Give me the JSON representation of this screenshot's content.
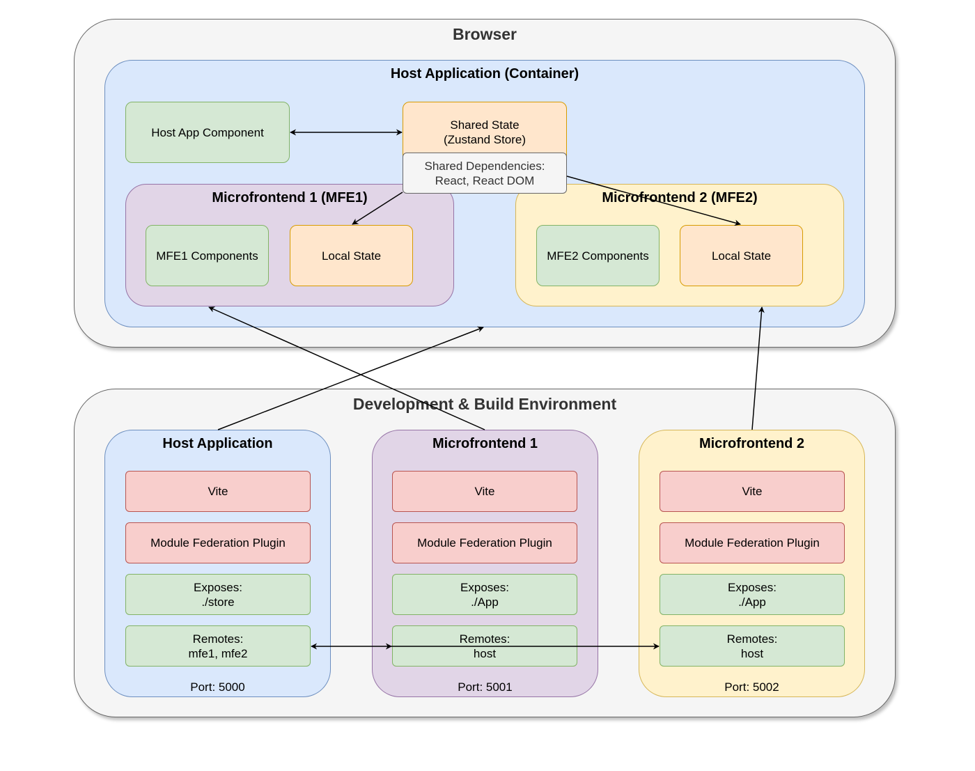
{
  "browser": {
    "title": "Browser",
    "host_container": {
      "title": "Host Application (Container)",
      "host_app_component": "Host App Component",
      "shared_state": "Shared State\n(Zustand Store)",
      "shared_dependencies": "Shared Dependencies:\nReact, React DOM",
      "mfe1": {
        "title": "Microfrontend 1 (MFE1)",
        "components": "MFE1 Components",
        "local_state": "Local State"
      },
      "mfe2": {
        "title": "Microfrontend 2 (MFE2)",
        "components": "MFE2 Components",
        "local_state": "Local State"
      }
    }
  },
  "dev": {
    "title": "Development & Build Environment",
    "host": {
      "title": "Host Application",
      "vite": "Vite",
      "plugin": "Module Federation Plugin",
      "exposes": "Exposes:\n./store",
      "remotes": "Remotes:\nmfe1, mfe2",
      "port": "Port: 5000"
    },
    "mfe1": {
      "title": "Microfrontend 1",
      "vite": "Vite",
      "plugin": "Module Federation Plugin",
      "exposes": "Exposes:\n./App",
      "remotes": "Remotes:\nhost",
      "port": "Port: 5001"
    },
    "mfe2": {
      "title": "Microfrontend 2",
      "vite": "Vite",
      "plugin": "Module Federation Plugin",
      "exposes": "Exposes:\n./App",
      "remotes": "Remotes:\nhost",
      "port": "Port: 5002"
    }
  },
  "colors": {
    "blue_fill": "#dae8fc",
    "purple_fill": "#e1d5e7",
    "yellow_fill": "#fff2cc",
    "green_fill": "#d5e8d4",
    "orange_fill": "#ffe6cc",
    "red_fill": "#f8cecc",
    "gray_fill": "#f5f5f5"
  }
}
